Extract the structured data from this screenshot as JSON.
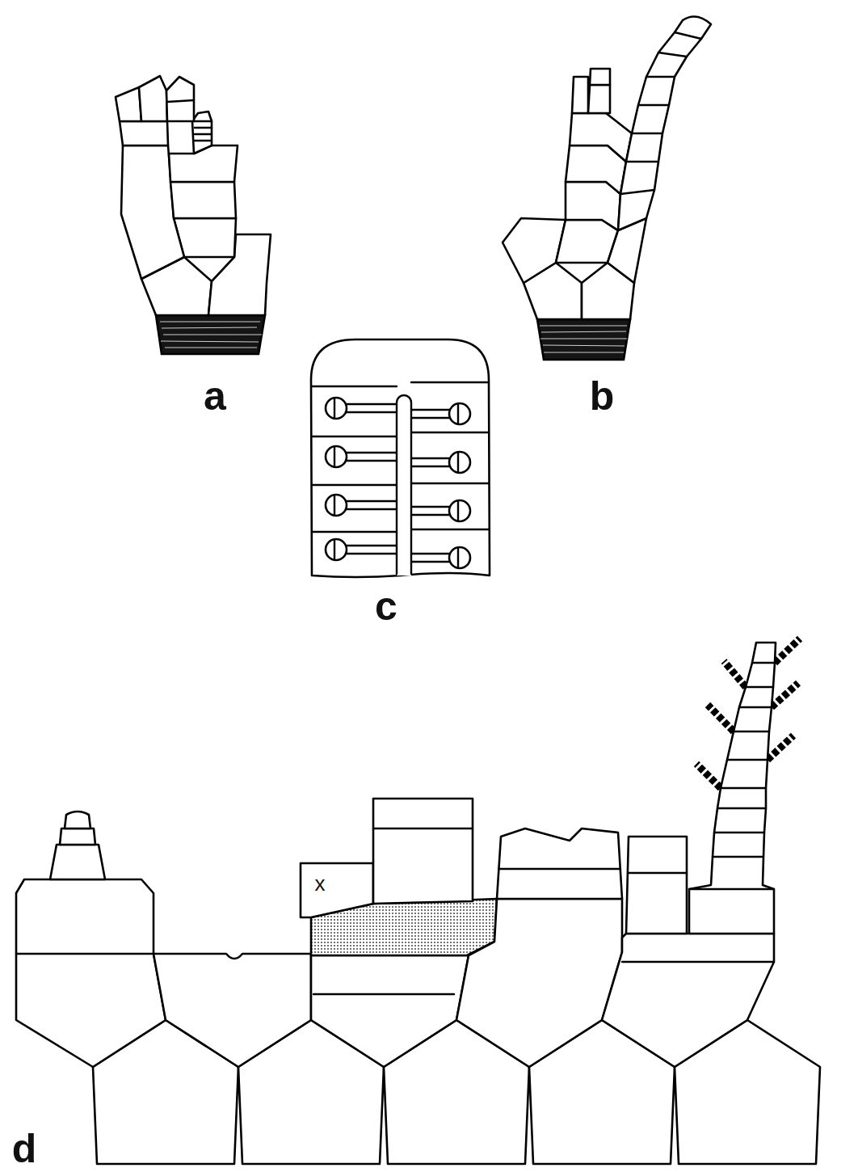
{
  "diagram": {
    "labels": [
      "a",
      "b",
      "c",
      "x",
      "d"
    ]
  }
}
